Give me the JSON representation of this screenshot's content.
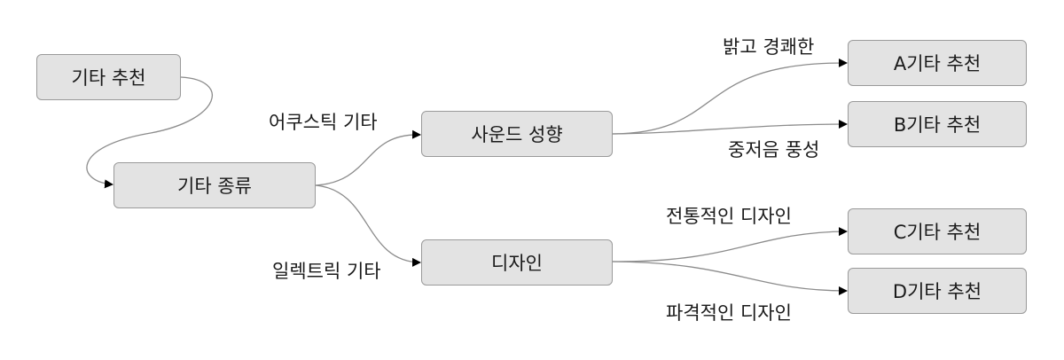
{
  "nodes": {
    "start": "기타 추천",
    "guitar_type": "기타 종류",
    "sound": "사운드 성향",
    "design": "디자인",
    "rec_a": "A기타 추천",
    "rec_b": "B기타 추천",
    "rec_c": "C기타 추천",
    "rec_d": "D기타 추천"
  },
  "edge_labels": {
    "acoustic": "어쿠스틱 기타",
    "electric": "일렉트릭 기타",
    "bright": "밝고 경쾌한",
    "mid_low": "중저음 풍성",
    "traditional": "전통적인 디자인",
    "unconventional": "파격적인 디자인"
  },
  "colors": {
    "node_fill": "#e3e3e3",
    "node_border": "#9a9a9a",
    "edge": "#8c8c8c",
    "arrowhead": "#000000"
  }
}
